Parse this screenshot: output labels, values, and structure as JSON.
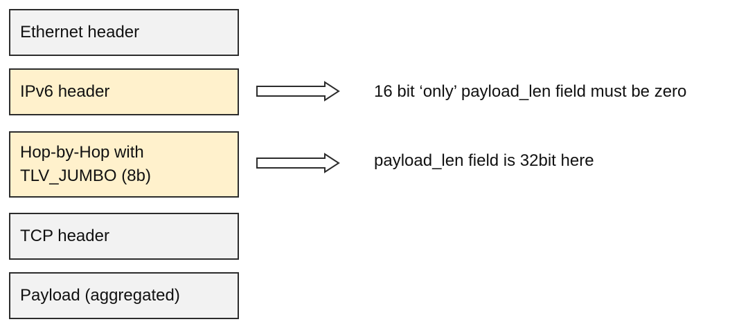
{
  "layers": [
    {
      "id": "ethernet",
      "label": "Ethernet header",
      "fill": "#f2f2f2"
    },
    {
      "id": "ipv6",
      "label": "IPv6 header",
      "fill": "#fff1cc"
    },
    {
      "id": "hbh",
      "label": "Hop-by-Hop with\nTLV_JUMBO (8b)",
      "fill": "#fff1cc"
    },
    {
      "id": "tcp",
      "label": "TCP header",
      "fill": "#f2f2f2"
    },
    {
      "id": "payload",
      "label": "Payload (aggregated)",
      "fill": "#f2f2f2"
    }
  ],
  "annotations": [
    {
      "target": "ipv6",
      "text": "16 bit ‘only’ payload_len field must be zero"
    },
    {
      "target": "hbh",
      "text": "payload_len field is 32bit here"
    }
  ],
  "colors": {
    "plain_fill": "#f2f2f2",
    "highlight_fill": "#fff1cc",
    "border": "#2b2b2b",
    "arrow_fill": "#ffffff"
  }
}
